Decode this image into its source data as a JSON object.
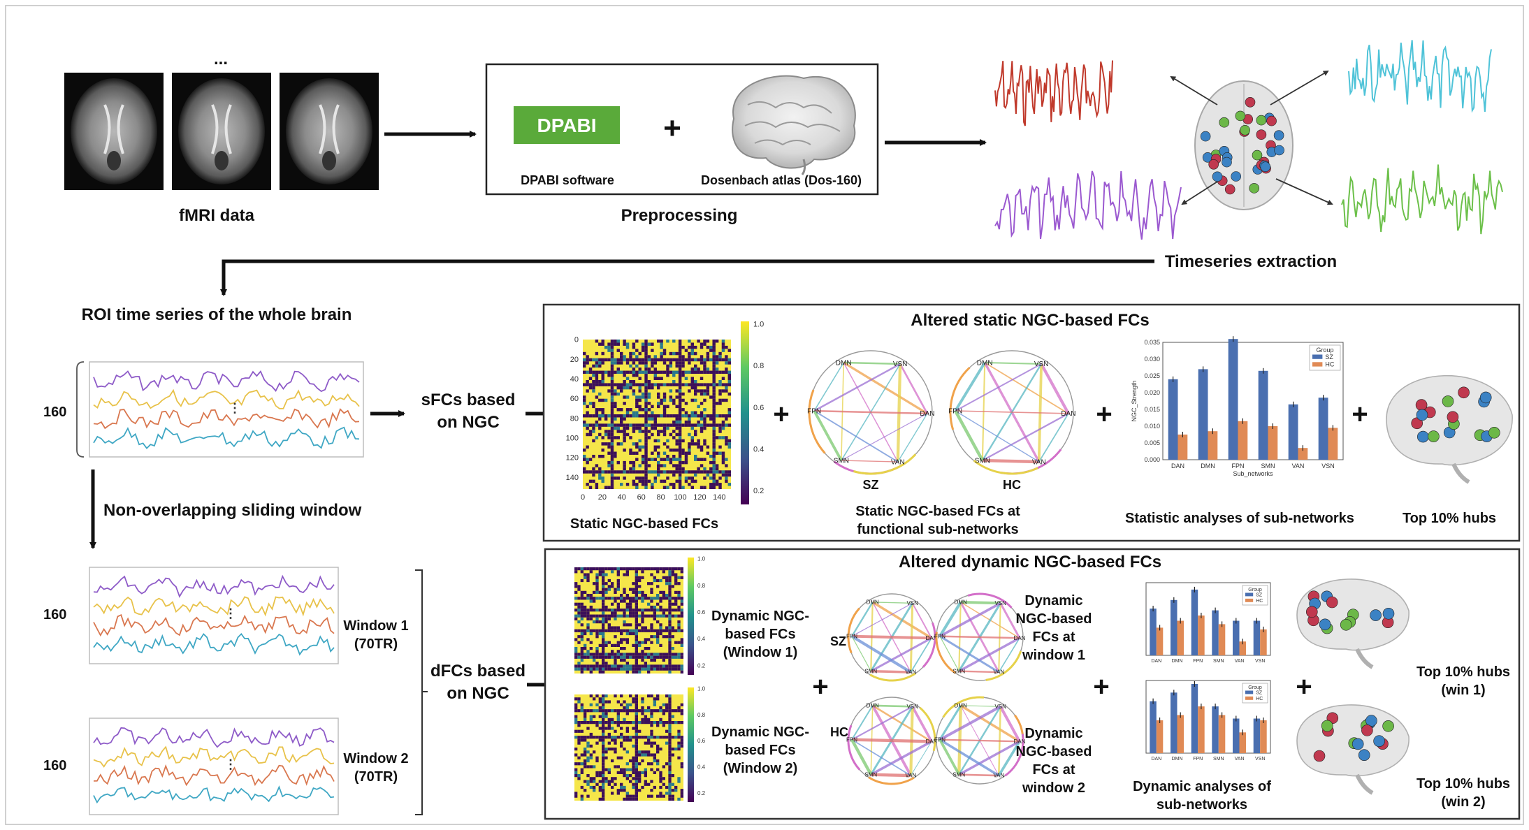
{
  "stage1": {
    "ellipsis": "...",
    "fmri_label": "fMRI data",
    "dpabi_logo": "DPABI",
    "plus": "+",
    "dpabi_label": "DPABI software",
    "atlas_label": "Dosenbach atlas (Dos-160)",
    "preprocessing_label": "Preprocessing",
    "timeseries_label": "Timeseries extraction",
    "timeseries_colors": [
      "#c0392b",
      "#4fc3d8",
      "#9b59d0",
      "#6cc04a"
    ]
  },
  "roi": {
    "title": "ROI time series of the whole brain",
    "count_label": "160",
    "dots": "⋮",
    "sfc_label_1": "sFCs based",
    "sfc_label_2": "on NGC",
    "sliding_label": "Non-overlapping sliding window",
    "window1_label_1": "Window 1",
    "window1_label_2": "(70TR)",
    "window2_label_1": "Window 2",
    "window2_label_2": "(70TR)",
    "dfc_label_1": "dFCs based",
    "dfc_label_2": "on NGC",
    "line_colors": [
      "#8e5bc8",
      "#e8c24a",
      "#d9774f",
      "#3fa7c4"
    ]
  },
  "static_panel": {
    "title": "Altered static NGC-based FCs",
    "matrix_caption": "Static NGC-based FCs",
    "network_caption_1": "Static NGC-based FCs at",
    "network_caption_2": "functional sub-networks",
    "stats_caption": "Statistic analyses of sub-networks",
    "hubs_caption": "Top 10% hubs",
    "group_sz": "SZ",
    "group_hc": "HC"
  },
  "dynamic_panel": {
    "title": "Altered dynamic NGC-based FCs",
    "win1_caption": [
      "Dynamic NGC-",
      "based FCs",
      "(Window 1)"
    ],
    "win2_caption": [
      "Dynamic NGC-",
      "based FCs",
      "(Window 2)"
    ],
    "net_win1_caption": [
      "Dynamic",
      "NGC-based",
      "FCs at",
      "window 1"
    ],
    "net_win2_caption": [
      "Dynamic",
      "NGC-based",
      "FCs at",
      "window 2"
    ],
    "stats_caption_1": "Dynamic analyses of",
    "stats_caption_2": "sub-networks",
    "hubs_win1": [
      "Top 10% hubs",
      "(win 1)"
    ],
    "hubs_win2": [
      "Top 10% hubs",
      "(win 2)"
    ],
    "group_sz": "SZ",
    "group_hc": "HC"
  },
  "colorbar_ticks": [
    "1.0",
    "0.8",
    "0.6",
    "0.4",
    "0.2"
  ],
  "matrix_ticks": [
    "0",
    "20",
    "40",
    "60",
    "80",
    "100",
    "120",
    "140"
  ],
  "network_nodes": [
    "DMN",
    "VSN",
    "DAN",
    "VAN",
    "SMN",
    "FPN"
  ],
  "subnet_labels": [
    "DAN",
    "DMN",
    "FPN",
    "SMN",
    "VAN",
    "VSN"
  ],
  "chart_data": [
    {
      "type": "bar",
      "name": "static",
      "title": "",
      "xlabel": "Sub_networks",
      "ylabel": "NGC_Strength",
      "categories": [
        "DAN",
        "DMN",
        "FPN",
        "SMN",
        "VAN",
        "VSN"
      ],
      "ylim": [
        0,
        0.035
      ],
      "yticks": [
        "0.000",
        "0.005",
        "0.010",
        "0.015",
        "0.020",
        "0.025",
        "0.030",
        "0.035"
      ],
      "legend_title": "Group",
      "legend_position": "top-right",
      "series": [
        {
          "name": "SZ",
          "color": "#4a6fb0",
          "values": [
            0.024,
            0.027,
            0.036,
            0.0265,
            0.0165,
            0.0185
          ]
        },
        {
          "name": "HC",
          "color": "#e08a55",
          "values": [
            0.0075,
            0.0085,
            0.0115,
            0.01,
            0.0035,
            0.0095
          ]
        }
      ]
    },
    {
      "type": "bar",
      "name": "dynamic-window-1",
      "categories": [
        "DAN",
        "DMN",
        "FPN",
        "SMN",
        "VAN",
        "VSN"
      ],
      "legend_title": "Group",
      "series": [
        {
          "name": "SZ",
          "color": "#4a6fb0",
          "values": [
            0.027,
            0.032,
            0.038,
            0.026,
            0.02,
            0.02
          ]
        },
        {
          "name": "HC",
          "color": "#e08a55",
          "values": [
            0.016,
            0.02,
            0.023,
            0.018,
            0.008,
            0.015
          ]
        }
      ]
    },
    {
      "type": "bar",
      "name": "dynamic-window-2",
      "categories": [
        "DAN",
        "DMN",
        "FPN",
        "SMN",
        "VAN",
        "VSN"
      ],
      "legend_title": "Group",
      "series": [
        {
          "name": "SZ",
          "color": "#4a6fb0",
          "values": [
            0.03,
            0.035,
            0.04,
            0.027,
            0.02,
            0.02
          ]
        },
        {
          "name": "HC",
          "color": "#e08a55",
          "values": [
            0.019,
            0.022,
            0.027,
            0.022,
            0.012,
            0.019
          ]
        }
      ]
    }
  ]
}
